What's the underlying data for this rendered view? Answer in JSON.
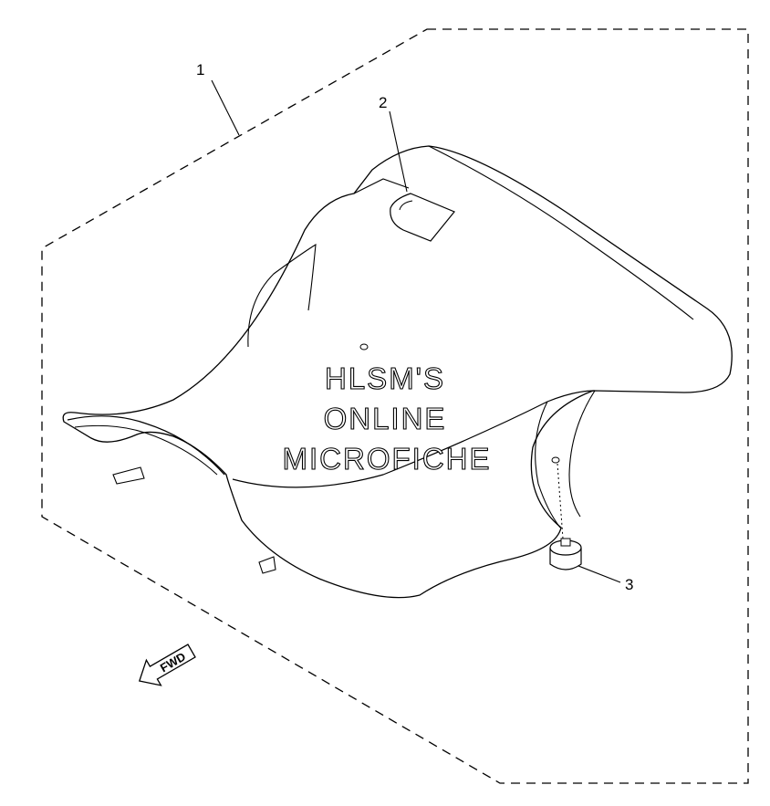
{
  "diagram": {
    "callouts": [
      {
        "id": "1",
        "label": "1"
      },
      {
        "id": "2",
        "label": "2"
      },
      {
        "id": "3",
        "label": "3"
      }
    ],
    "watermark": {
      "line1": "HLSM'S",
      "line2": "ONLINE",
      "line3": "MICROFICHE"
    },
    "direction_arrow": {
      "label": "FWD"
    }
  },
  "colors": {
    "line": "#000000",
    "background": "#ffffff"
  }
}
